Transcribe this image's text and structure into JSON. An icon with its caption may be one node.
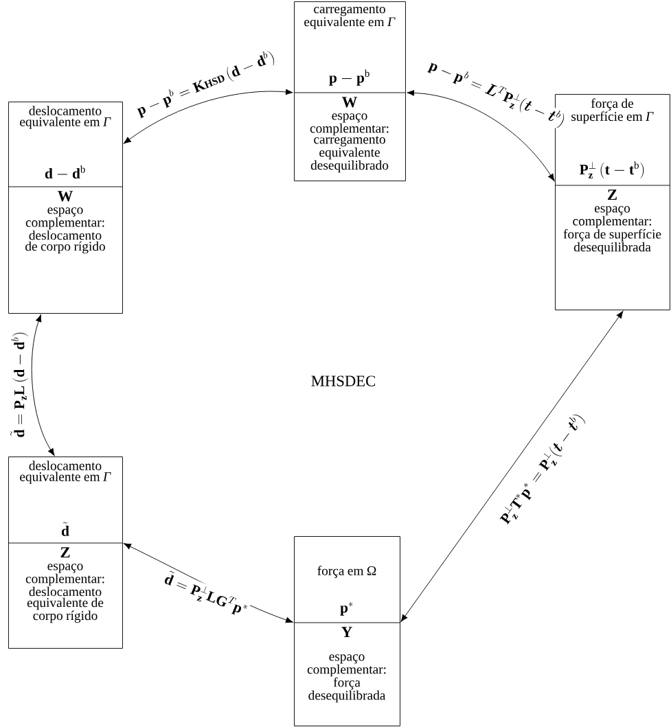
{
  "diagram": {
    "nodes": [
      {
        "text": [
          "carregamento equivalente em *Γ*",
          "\\mathbf{p} - \\mathbf{p}^{\\mathrm{b}}",
          "\\mathbf{W}",
          "espaço complementar: carregamento equivalente desequilibrado"
        ]
      },
      {
        "text": [
          "deslocamento equivalente em *Γ*",
          "\\mathbf{d} - \\mathbf{d}^{\\mathrm{b}}",
          "\\mathbf{W}",
          "espaço complementar: deslocamento de corpo rígido"
        ]
      },
      {
        "text": [
          "força de superfície em *Γ*",
          "\\mathbf{P}_{\\mathbf{z}}^{\\perp}\\,(\\mathbf{t} - \\mathbf{t}^{\\mathrm{b}})",
          "\\mathbf{Z}",
          "espaço complementar: força de superfície desequilibrada"
        ]
      },
      {
        "text": [
          "deslocamento equivalente em *Γ*",
          "\\tilde{\\mathbf{d}}",
          "\\mathbf{Z}",
          "espaço complementar: deslocamento equivalente de corpo rígido"
        ]
      },
      {
        "text": [
          "força em Ω",
          "\\mathbf{p}^{*}",
          "\\mathbf{Y}",
          "espaço complementar: força desequilibrada"
        ]
      }
    ],
    "edges": [
      {
        "from": 1,
        "to": 0,
        "arrow": "both",
        "label": "\\mathbf{p} - \\mathbf{p}^{b} = \\mathbf{K}{\\scriptstyle\\mathbf{HSD}}\\,(\\mathbf{d} - \\mathbf{d}^{b})"
      },
      {
        "from": 0,
        "to": 2,
        "arrow": "both",
        "label": "\\mathbf{p} - \\mathbf{p}^{b} = \\boldsymbol{L}^{T}\\mathbf{P}_{\\mathbf{z}}^{\\perp}(\\boldsymbol{t} - \\boldsymbol{t}^{b})"
      },
      {
        "from": 1,
        "to": 3,
        "arrow": "both",
        "label": "\\tilde{\\mathbf{d}} = \\mathbf{P}_{\\mathbf{z}}\\mathbf{L}\\,(\\mathbf{d} - \\mathbf{d}^{b})"
      },
      {
        "from": 3,
        "to": 4,
        "arrow": "both",
        "label": "\\tilde{\\mathbf{d}} = \\mathbf{P}_{\\mathbf{z}}^{\\perp}\\mathbf{L}\\mathbf{G}^{T}\\mathbf{p}^{*}"
      },
      {
        "from": 4,
        "to": 2,
        "arrow": "both",
        "label": "\\mathbf{P}_{\\mathbf{z}}^{\\perp}\\mathbf{T}^{*}\\mathbf{p}^{*} = \\mathbf{P}_{\\mathbf{z}}^{\\perp}(\\boldsymbol{t} - \\boldsymbol{t}^{b})"
      }
    ],
    "labels": [
      "MHSDEC"
    ]
  }
}
